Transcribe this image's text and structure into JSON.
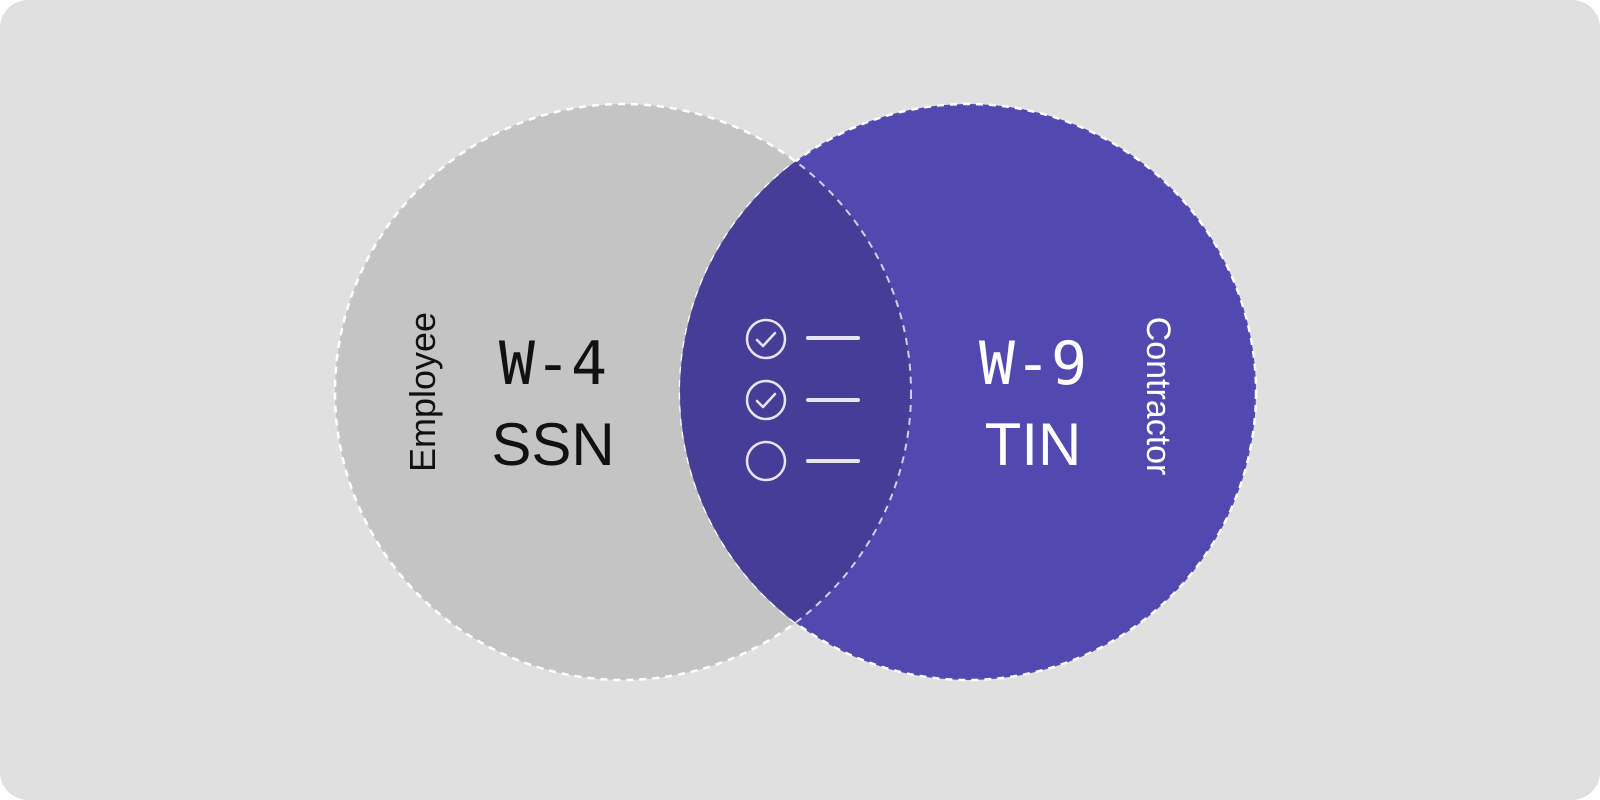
{
  "left_set": {
    "label": "Employee",
    "form": "W-4",
    "id_type": "SSN",
    "fill": "#c4c4c4",
    "text_color": "#111111"
  },
  "right_set": {
    "label": "Contractor",
    "form": "W-9",
    "id_type": "TIN",
    "fill": "#5249b0",
    "text_color": "#ffffff"
  },
  "overlap": {
    "fill": "#463e96",
    "checklist": [
      {
        "checked": true,
        "icon": "check-circle-icon"
      },
      {
        "checked": true,
        "icon": "check-circle-icon"
      },
      {
        "checked": false,
        "icon": "empty-circle-icon"
      }
    ]
  },
  "colors": {
    "background": "#e0e0e0",
    "outline": "#ffffff"
  }
}
